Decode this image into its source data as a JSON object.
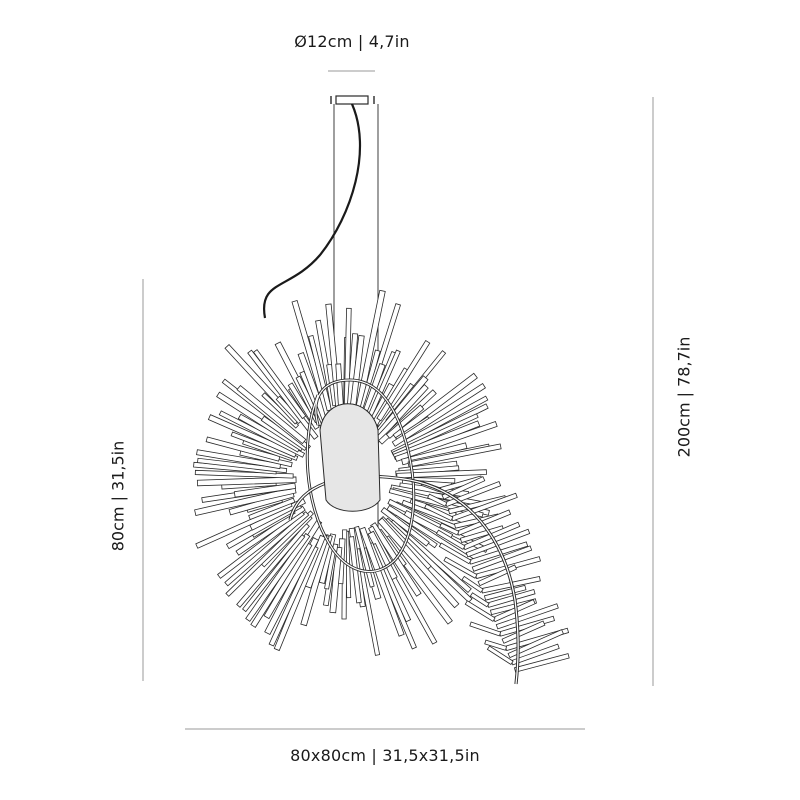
{
  "dimensions": {
    "canopy_diameter": "Ø12cm | 4,7in",
    "footprint": "80x80cm | 31,5x31,5in",
    "body_height": "80cm | 31,5in",
    "total_height": "200cm | 78,7in"
  },
  "colors": {
    "line": "#2a2a2a",
    "dimension_line": "#9a9a9a",
    "bulb_fill": "#e6e6e6"
  }
}
